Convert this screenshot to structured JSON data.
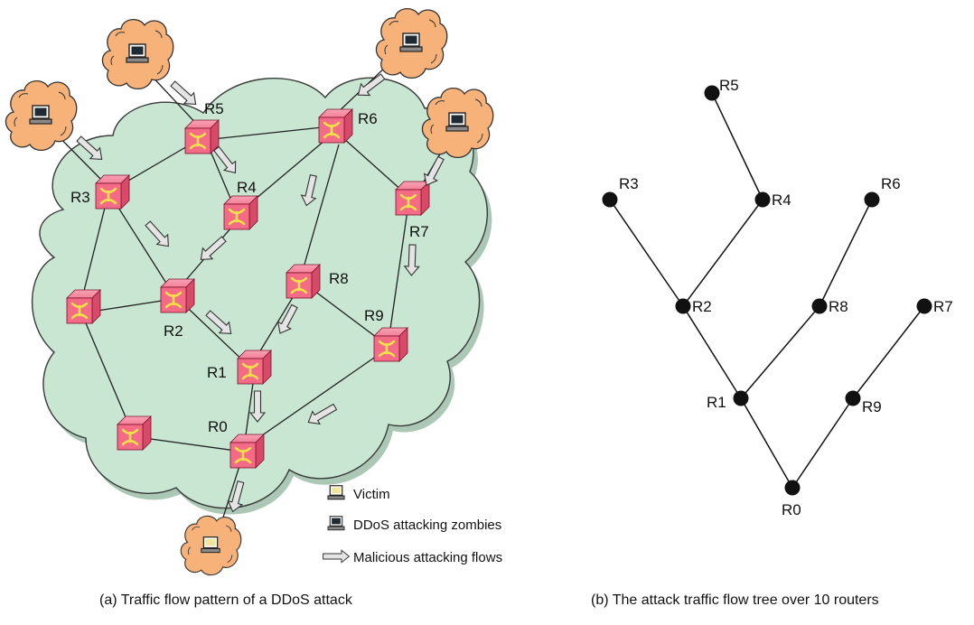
{
  "colors": {
    "network_fill": "#c8e6d2",
    "network_stroke": "#3a3a3a",
    "zombie_cloud": "#f7b27a",
    "router_face": "#f46b86",
    "router_mark": "#f2e24a",
    "arrow_fill": "#e4e4e4",
    "node": "#111111"
  },
  "icons": {
    "router": "router-cube-icon",
    "computer": "computer-icon",
    "flow": "hollow-arrow-icon"
  },
  "panel_a": {
    "caption": "(a) Traffic flow pattern of a DDoS attack",
    "router_labels": [
      "R5",
      "R6",
      "R4",
      "R3",
      "R7",
      "R8",
      "R2",
      "R9",
      "R1",
      "R0"
    ],
    "legend": [
      {
        "icon": "victim-computer-icon",
        "label": "Victim"
      },
      {
        "icon": "zombie-computer-icon",
        "label": "DDoS attacking zombies"
      },
      {
        "icon": "hollow-arrow-icon",
        "label": "Malicious attacking flows"
      }
    ]
  },
  "panel_b": {
    "caption": "(b) The attack traffic flow tree over 10 routers",
    "nodes": [
      {
        "id": "R0",
        "label": "R0"
      },
      {
        "id": "R1",
        "label": "R1"
      },
      {
        "id": "R2",
        "label": "R2"
      },
      {
        "id": "R3",
        "label": "R3"
      },
      {
        "id": "R4",
        "label": "R4"
      },
      {
        "id": "R5",
        "label": "R5"
      },
      {
        "id": "R6",
        "label": "R6"
      },
      {
        "id": "R7",
        "label": "R7"
      },
      {
        "id": "R8",
        "label": "R8"
      },
      {
        "id": "R9",
        "label": "R9"
      }
    ],
    "edges": [
      [
        "R5",
        "R4"
      ],
      [
        "R4",
        "R2"
      ],
      [
        "R3",
        "R2"
      ],
      [
        "R2",
        "R1"
      ],
      [
        "R6",
        "R8"
      ],
      [
        "R8",
        "R1"
      ],
      [
        "R1",
        "R0"
      ],
      [
        "R7",
        "R9"
      ],
      [
        "R9",
        "R0"
      ]
    ]
  }
}
